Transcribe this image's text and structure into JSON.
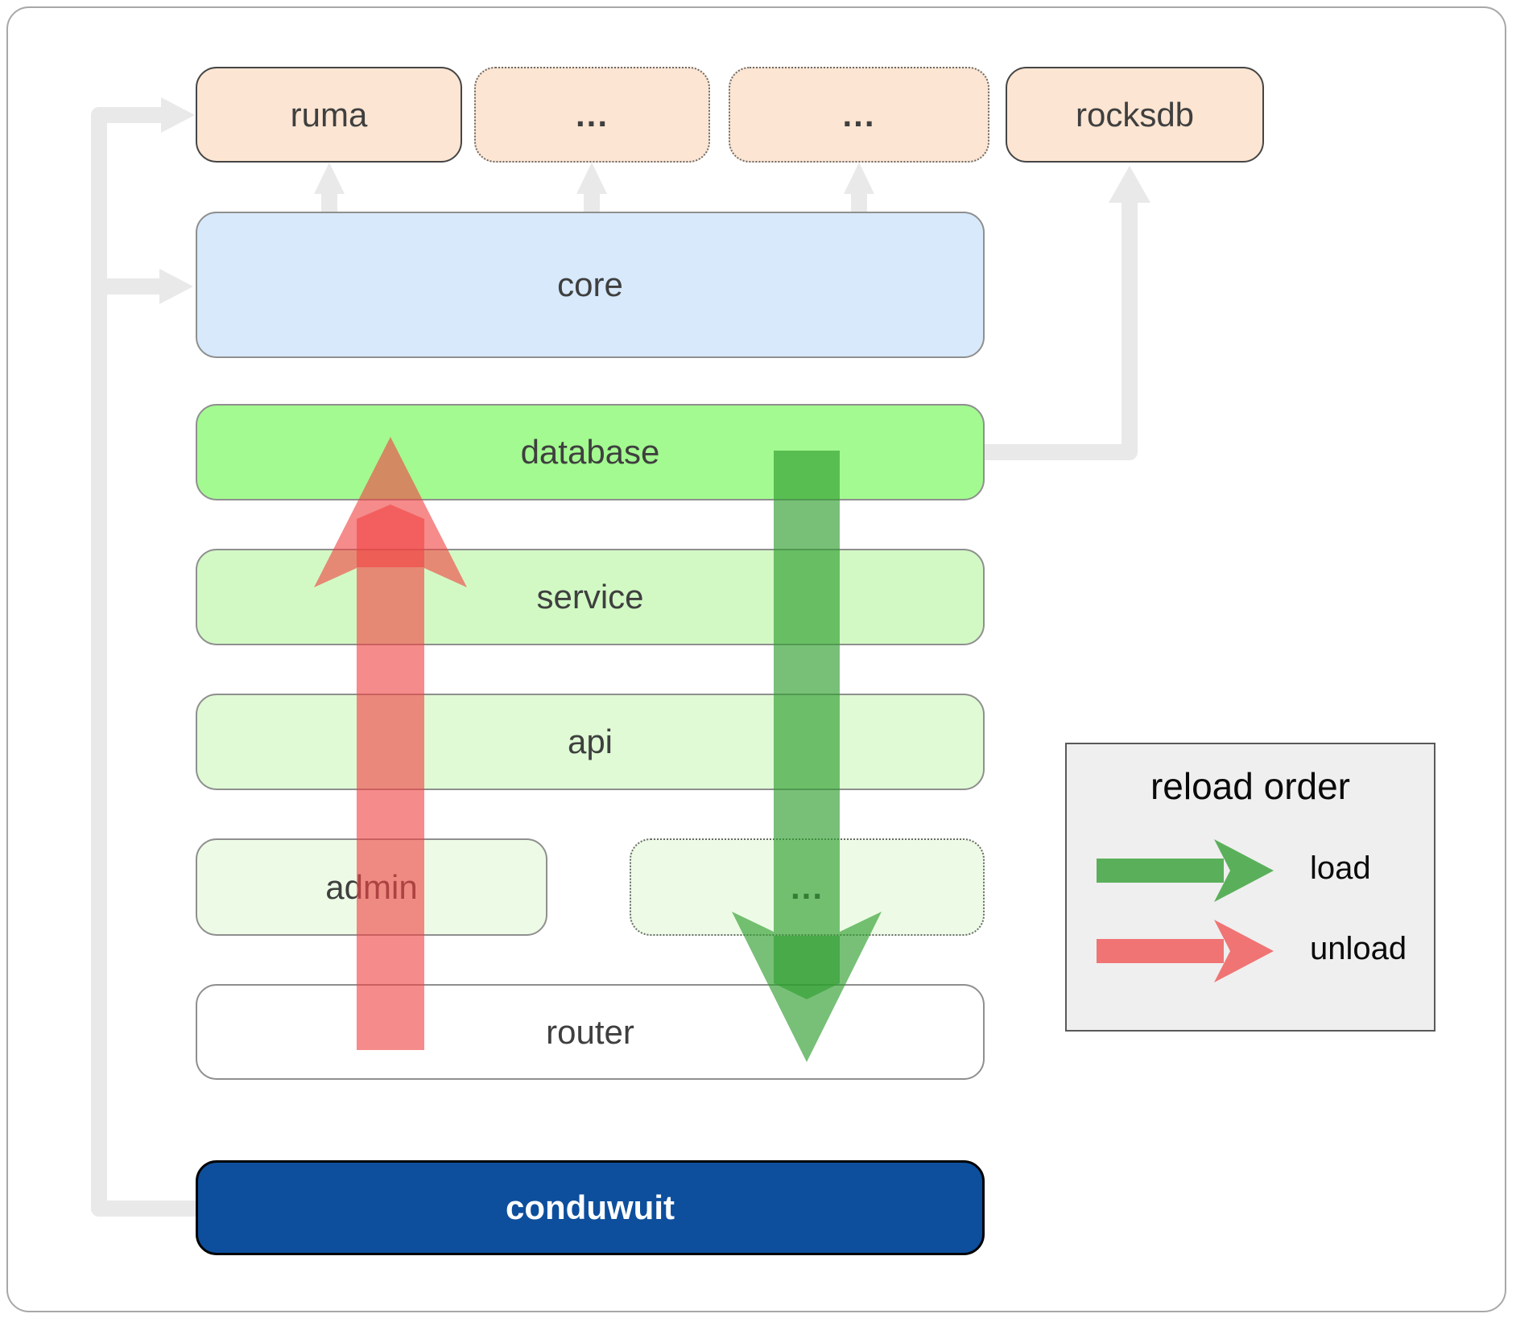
{
  "diagram": {
    "top_row": [
      {
        "label": "ruma"
      },
      {
        "label": "..."
      },
      {
        "label": "..."
      },
      {
        "label": "rocksdb"
      }
    ],
    "layers": {
      "core": "core",
      "database": "database",
      "service": "service",
      "api": "api",
      "admin": "admin",
      "admin_more": "...",
      "router": "router",
      "app": "conduwuit"
    }
  },
  "legend": {
    "title": "reload order",
    "items": [
      {
        "label": "load"
      },
      {
        "label": "unload"
      }
    ]
  },
  "colors": {
    "peach": "#fce5d2",
    "core_blue": "#d7e9fb",
    "database_green": "#a3fa90",
    "service_green": "#d2f9c4",
    "api_green": "#dffad4",
    "admin_green": "#edfbe6",
    "conduwuit_blue": "#0d4f9c",
    "arrow_red": "#f04444",
    "arrow_green": "#2f9e2f",
    "connector_gray": "#e9e9e9",
    "legend_bg": "#efefef",
    "border_dark": "#454545",
    "border_gray": "#8f8f8f",
    "text": "#3f3f3f"
  }
}
